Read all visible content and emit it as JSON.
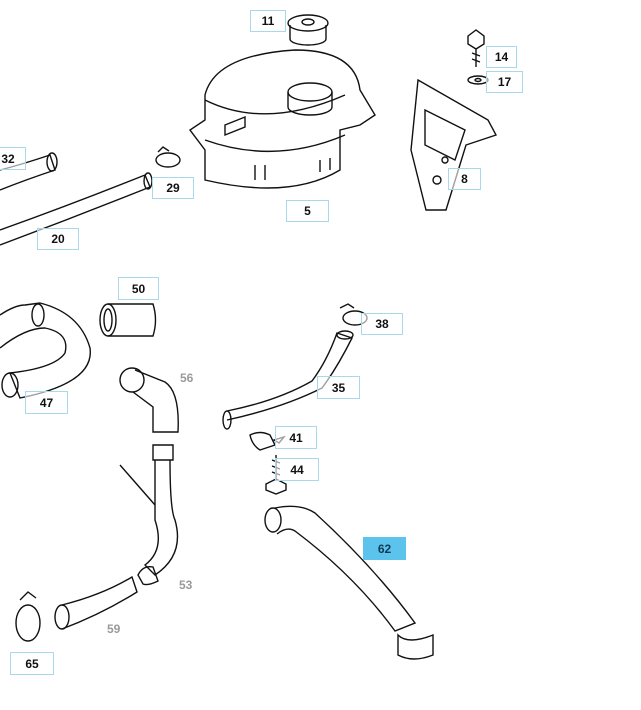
{
  "diagram": {
    "title": "",
    "callouts": [
      {
        "id": "11",
        "label": "11"
      },
      {
        "id": "14",
        "label": "14"
      },
      {
        "id": "17",
        "label": "17"
      },
      {
        "id": "8",
        "label": "8"
      },
      {
        "id": "5",
        "label": "5"
      },
      {
        "id": "32",
        "label": "32"
      },
      {
        "id": "29",
        "label": "29"
      },
      {
        "id": "20",
        "label": "20"
      },
      {
        "id": "50",
        "label": "50"
      },
      {
        "id": "56",
        "label": "56"
      },
      {
        "id": "38",
        "label": "38"
      },
      {
        "id": "35",
        "label": "35"
      },
      {
        "id": "47",
        "label": "47"
      },
      {
        "id": "41",
        "label": "41"
      },
      {
        "id": "44",
        "label": "44"
      },
      {
        "id": "62",
        "label": "62",
        "selected": true
      },
      {
        "id": "53",
        "label": "53"
      },
      {
        "id": "59",
        "label": "59"
      },
      {
        "id": "65",
        "label": "65"
      }
    ],
    "colors": {
      "box_border": "#a9d8ea",
      "selected_fill": "#5cc3ec",
      "grey_label": "#9a9a9a"
    }
  }
}
